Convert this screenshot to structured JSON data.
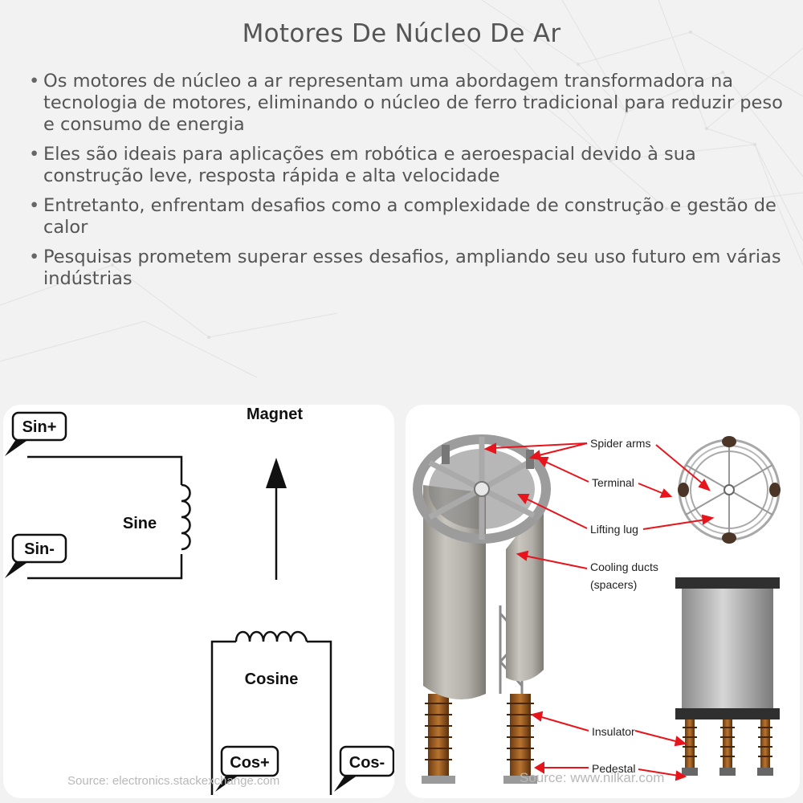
{
  "header": {
    "title": "Motores De Núcleo De Ar"
  },
  "bullets": [
    "Os motores de núcleo a ar representam uma abordagem transformadora na tecnologia de motores, eliminando o núcleo de ferro tradicional para reduzir peso e consumo de energia",
    "Eles são ideais para aplicações em robótica e aeroespacial devido à sua construção leve, resposta rápida e alta velocidade",
    "Entretanto, enfrentam desafios como a complexidade de construção e gestão de calor",
    "Pesquisas prometem superar esses desafios, ampliando seu uso futuro em várias indústrias"
  ],
  "left_diagram": {
    "magnet_label": "Magnet",
    "sine_label": "Sine",
    "cosine_label": "Cosine",
    "sin_plus": "Sin+",
    "sin_minus": "Sin-",
    "cos_plus": "Cos+",
    "cos_minus": "Cos-",
    "source": "Source: electronics.stackexchange.com"
  },
  "right_diagram": {
    "labels": {
      "spider_arms": "Spider arms",
      "terminal": "Terminal",
      "lifting_lug": "Lifting lug",
      "cooling_ducts_1": "Cooling ducts",
      "cooling_ducts_2": "(spacers)",
      "insulator": "Insulator",
      "pedestal": "Pedestal"
    },
    "arrow_color": "#e8141c",
    "source": "Source: www.nilkar.com"
  }
}
